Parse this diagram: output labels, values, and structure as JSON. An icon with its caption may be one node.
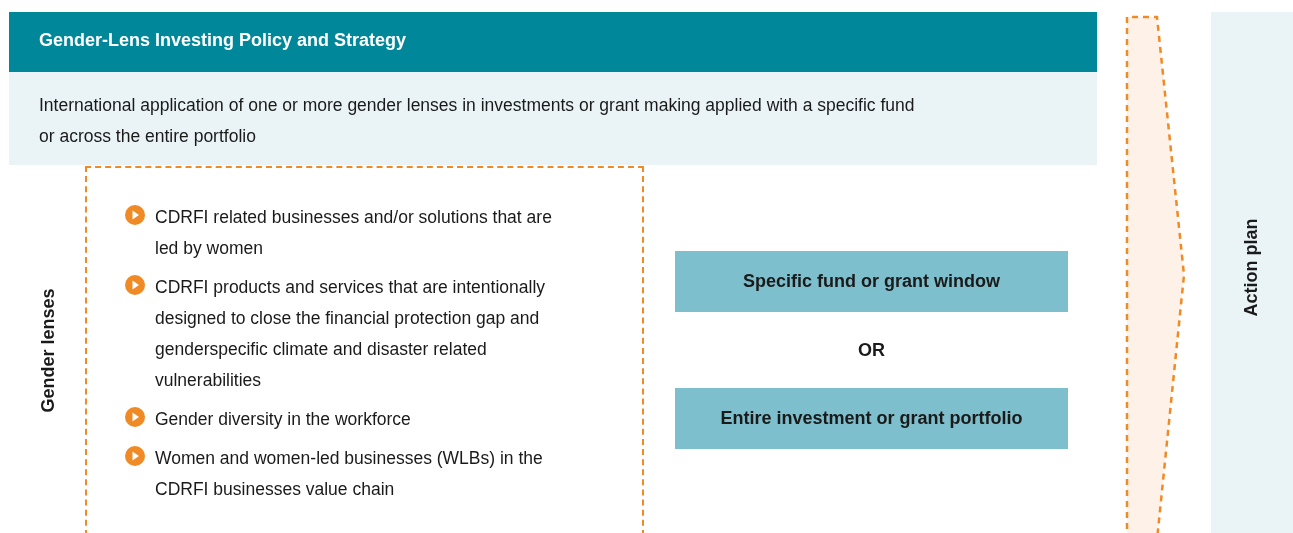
{
  "diagram": {
    "nodes": [
      {
        "text": [
          "Gender-Lens Investing Policy and Strategy",
          "International application of one or more gender lenses in investments or grant making applied with a specific fund or across the entire portfolio"
        ]
      },
      {
        "text": [
          "CDRFI related businesses and/or solutions that are led by women",
          "CDRFI products and services that are intentionally designed to close the financial protection gap and genderspecific climate and disaster related vulnerabilities",
          "Gender diversity in the workforce",
          "Women and women-led businesses (WLBs) in the CDRFI businesses value chain"
        ],
        "beside": [
          "Gender lenses"
        ]
      },
      {
        "text": [
          "Specific fund or grant window"
        ]
      },
      {
        "text": [
          "Entire investment or grant portfolio"
        ]
      },
      {
        "text": [
          "Action plan"
        ]
      }
    ],
    "edges": [
      {
        "from": null,
        "to": 4,
        "arrow": "to",
        "style": "dashed",
        "color": "#f08a24"
      }
    ],
    "labels": [
      "OR"
    ]
  }
}
